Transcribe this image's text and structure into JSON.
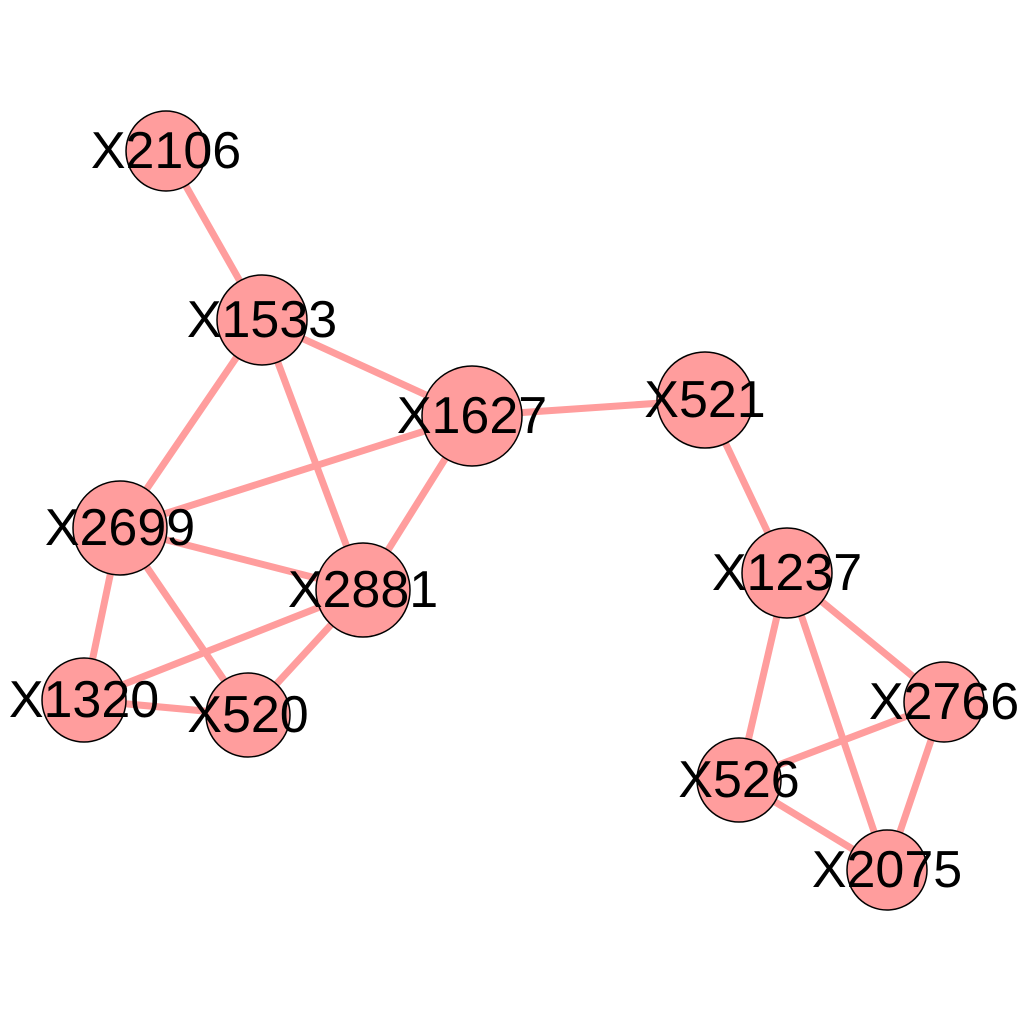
{
  "graph": {
    "node_color": "#ff9d9d",
    "edge_color": "#ff9d9d",
    "nodes": [
      {
        "id": "X2106",
        "label": "X2106"
      },
      {
        "id": "X1533",
        "label": "X1533"
      },
      {
        "id": "X1627",
        "label": "X1627"
      },
      {
        "id": "X521",
        "label": "X521"
      },
      {
        "id": "X2699",
        "label": "X2699"
      },
      {
        "id": "X2881",
        "label": "X2881"
      },
      {
        "id": "X1237",
        "label": "X1237"
      },
      {
        "id": "X1320",
        "label": "X1320"
      },
      {
        "id": "X520",
        "label": "X520"
      },
      {
        "id": "X2766",
        "label": "X2766"
      },
      {
        "id": "X526",
        "label": "X526"
      },
      {
        "id": "X2075",
        "label": "X2075"
      }
    ],
    "edges": [
      [
        "X2106",
        "X1533"
      ],
      [
        "X1533",
        "X1627"
      ],
      [
        "X1533",
        "X2699"
      ],
      [
        "X1533",
        "X2881"
      ],
      [
        "X1627",
        "X2699"
      ],
      [
        "X1627",
        "X2881"
      ],
      [
        "X1627",
        "X521"
      ],
      [
        "X521",
        "X1237"
      ],
      [
        "X2699",
        "X2881"
      ],
      [
        "X2699",
        "X1320"
      ],
      [
        "X2699",
        "X520"
      ],
      [
        "X2881",
        "X1320"
      ],
      [
        "X2881",
        "X520"
      ],
      [
        "X1320",
        "X520"
      ],
      [
        "X1237",
        "X526"
      ],
      [
        "X1237",
        "X2766"
      ],
      [
        "X1237",
        "X2075"
      ],
      [
        "X526",
        "X2766"
      ],
      [
        "X526",
        "X2075"
      ],
      [
        "X2766",
        "X2075"
      ]
    ]
  }
}
